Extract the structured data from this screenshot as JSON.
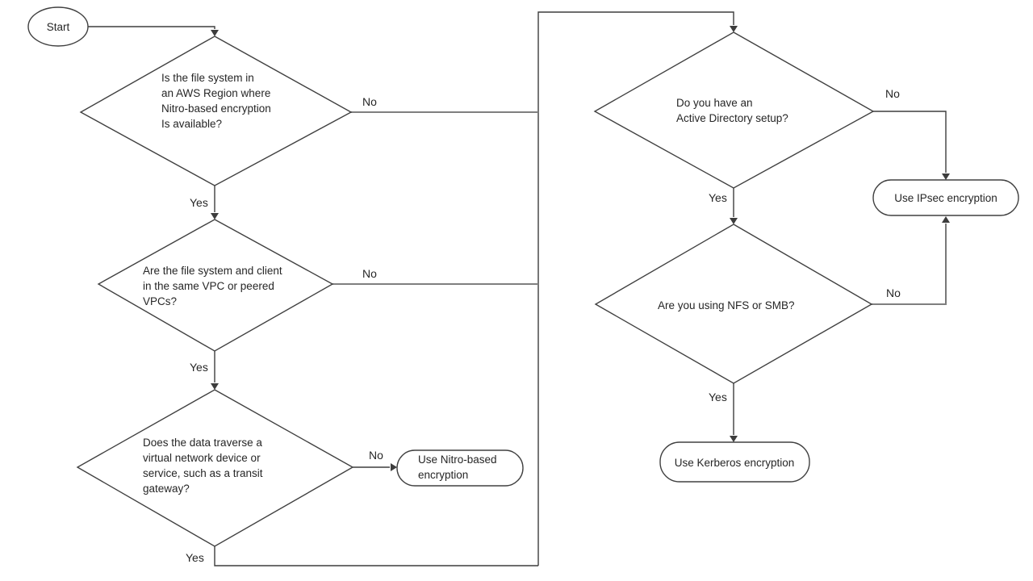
{
  "flowchart": {
    "start": {
      "label": "Start"
    },
    "decisions": [
      {
        "id": "nitro-region",
        "lines": [
          "Is the file system in",
          "an AWS Region where",
          "Nitro-based encryption",
          "Is available?"
        ]
      },
      {
        "id": "same-vpc",
        "lines": [
          "Are the file system and client",
          "in the same VPC or peered",
          "VPCs?"
        ]
      },
      {
        "id": "transit-gateway",
        "lines": [
          "Does the data traverse a",
          "virtual network device or",
          "service, such as a transit",
          "gateway?"
        ]
      },
      {
        "id": "active-directory",
        "lines": [
          "Do you have an",
          "Active Directory setup?"
        ]
      },
      {
        "id": "nfs-smb",
        "lines": [
          "Are you using NFS or SMB?"
        ]
      }
    ],
    "terminals": [
      {
        "id": "nitro",
        "lines": [
          "Use Nitro-based",
          "encryption"
        ]
      },
      {
        "id": "ipsec",
        "lines": [
          "Use IPsec encryption"
        ]
      },
      {
        "id": "kerberos",
        "lines": [
          "Use Kerberos encryption"
        ]
      }
    ],
    "labels": {
      "yes": "Yes",
      "no": "No"
    },
    "colors": {
      "bg": "#ffffff",
      "shape_stroke": "#404040",
      "connector": "#3d3d3d",
      "connector_gray": "#7f7f7f",
      "text": "#262626"
    }
  }
}
